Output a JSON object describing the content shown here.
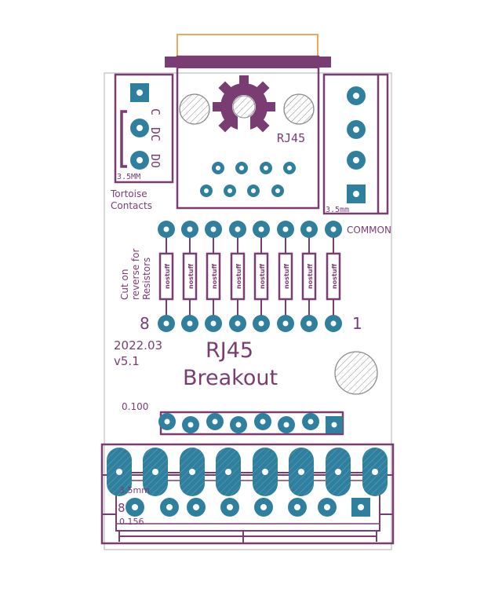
{
  "board": {
    "title_line1": "RJ45",
    "title_line2": "Breakout",
    "date": "2022.03",
    "version": "v5.1",
    "colors": {
      "silkscreen": "#7a3d73",
      "copper": "#2f7f9e",
      "outline": "#bdbdbd",
      "keepout": "#f0a95a",
      "hatch": "#8a8a8a"
    }
  },
  "connector": {
    "label": "RJ45"
  },
  "left_terminal": {
    "label_c": "C",
    "label_dc": "DC",
    "label_do": "DO",
    "size": "3.5MM",
    "caption_line1": "Tortoise",
    "caption_line2": "Contacts"
  },
  "right_terminal": {
    "size": "3.5mm"
  },
  "resistors": {
    "common_label": "COMMON",
    "part_label": "nostuff",
    "pin_left": "8",
    "pin_right": "1",
    "note_line1": "Cut on",
    "note_line2": "reverse for",
    "note_line3": "Resistors"
  },
  "header": {
    "pitch": "0.100"
  },
  "bottom_terminal": {
    "size": "3.5mm",
    "pitch": "0.156",
    "pin_mark": "8"
  }
}
